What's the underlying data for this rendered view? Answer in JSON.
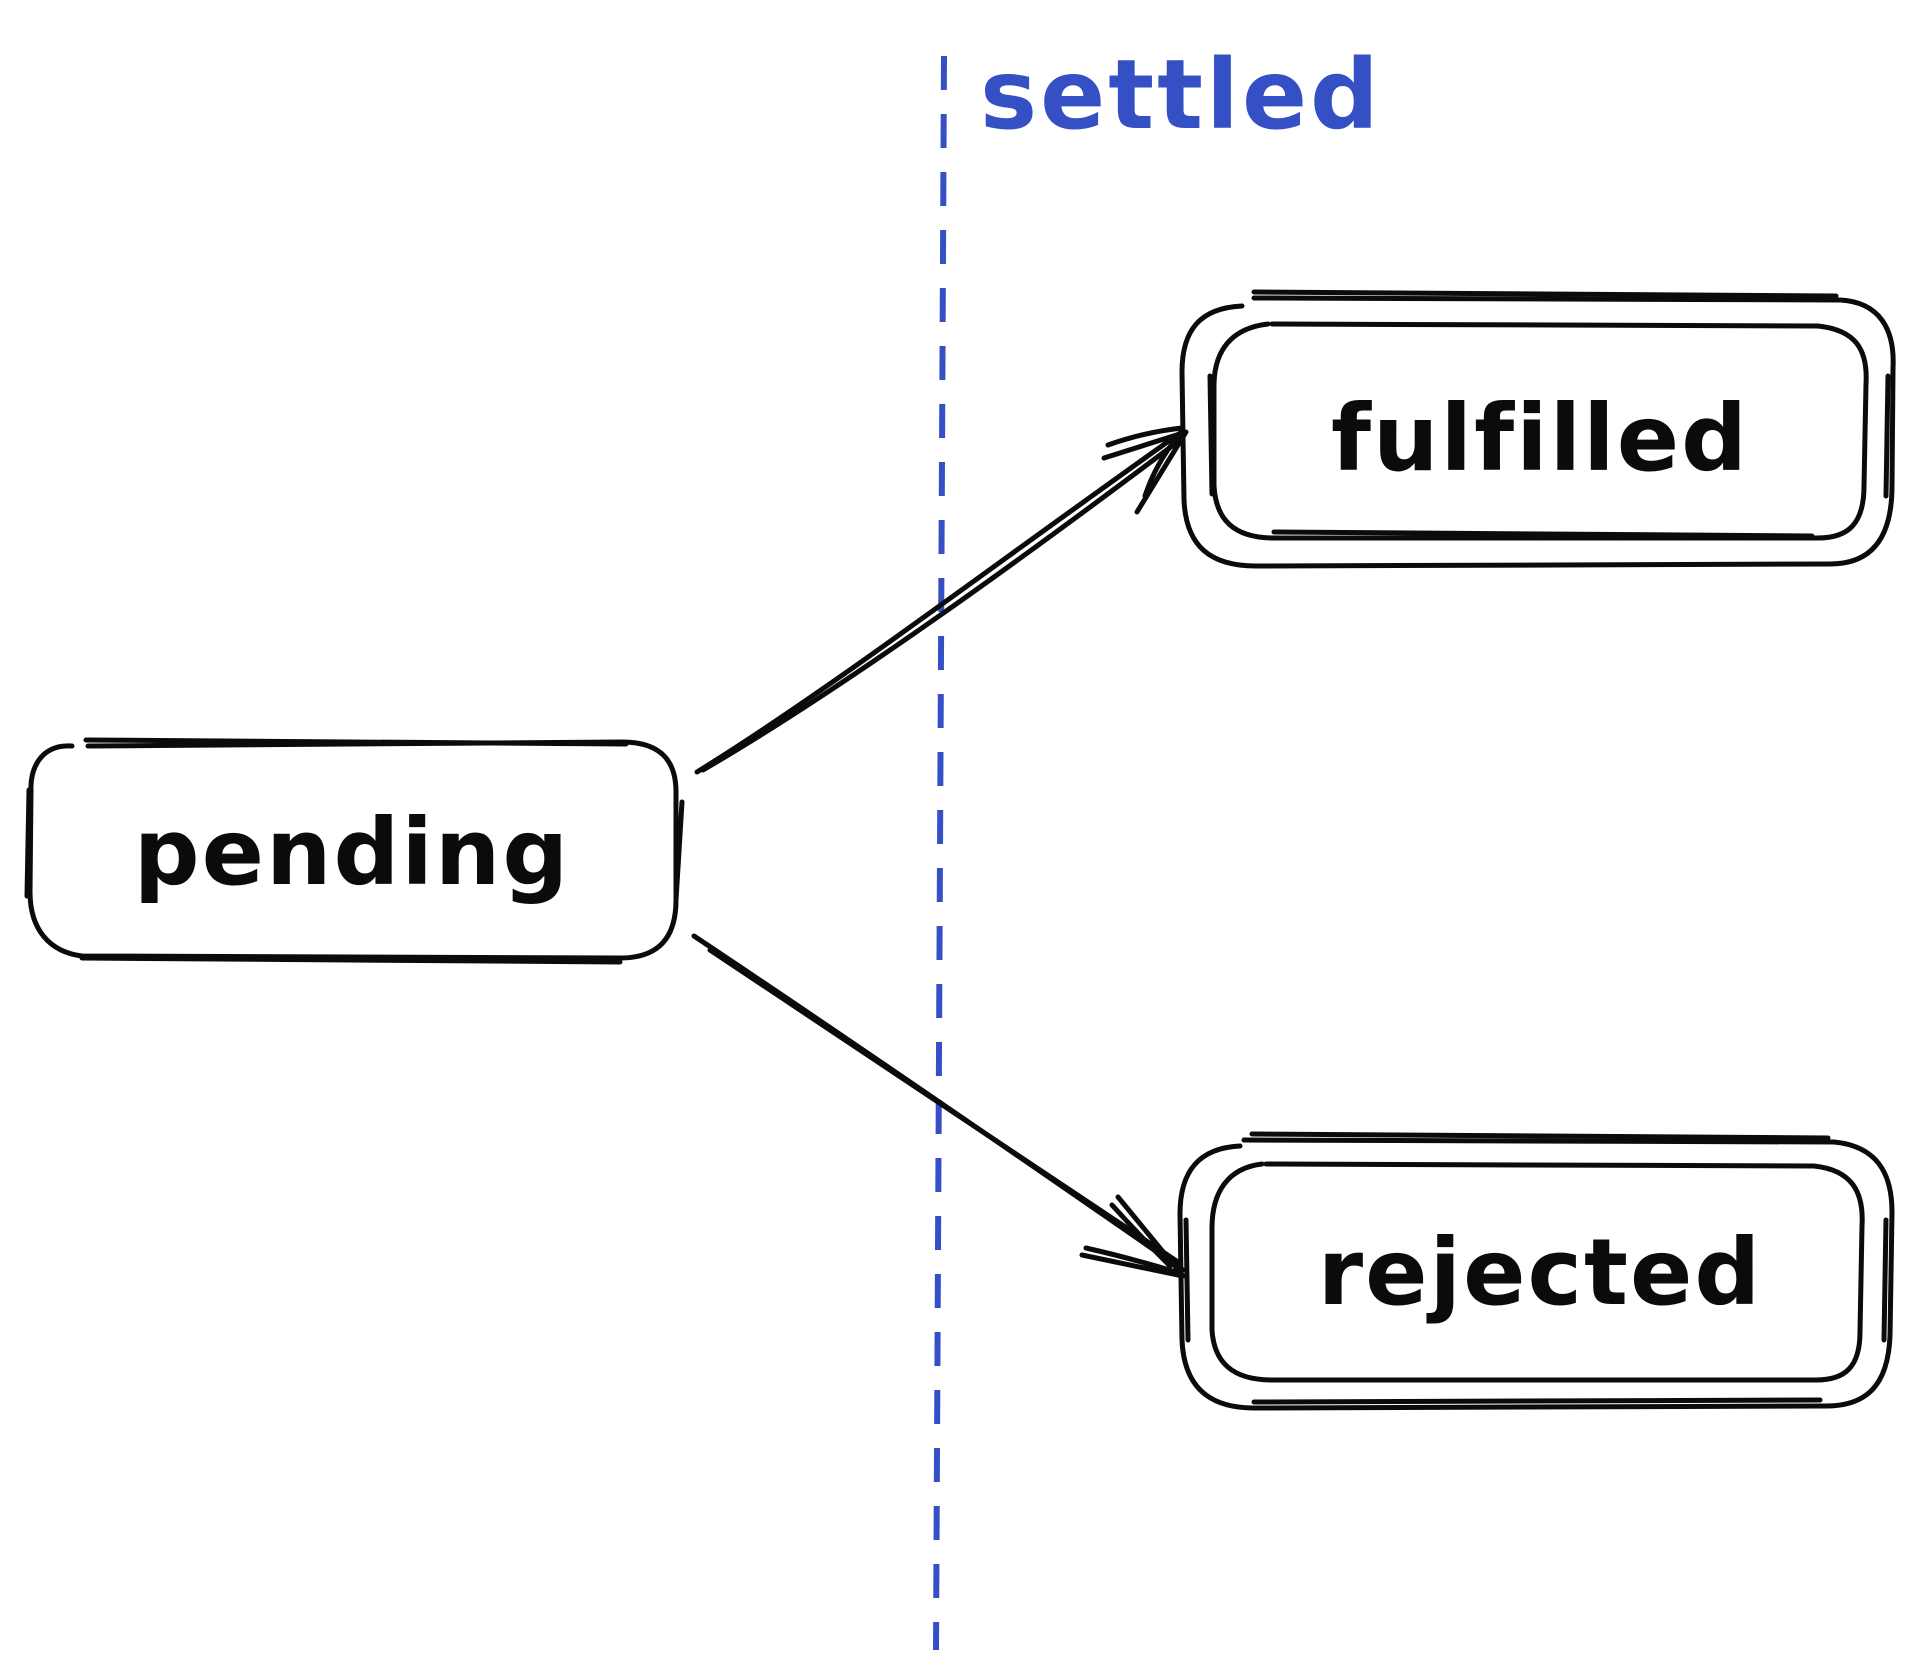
{
  "diagram": {
    "style": "hand-drawn state diagram",
    "colors": {
      "ink": "#0b0b0b",
      "accent": "#3450c4",
      "background": "#ffffff"
    },
    "divider": {
      "label": "settled",
      "line_style": "dashed",
      "color": "#3450c4"
    },
    "states": [
      {
        "id": "pending",
        "label": "pending",
        "border": "single"
      },
      {
        "id": "fulfilled",
        "label": "fulfilled",
        "border": "double"
      },
      {
        "id": "rejected",
        "label": "rejected",
        "border": "double"
      }
    ],
    "transitions": [
      {
        "from": "pending",
        "to": "fulfilled"
      },
      {
        "from": "pending",
        "to": "rejected"
      }
    ]
  }
}
